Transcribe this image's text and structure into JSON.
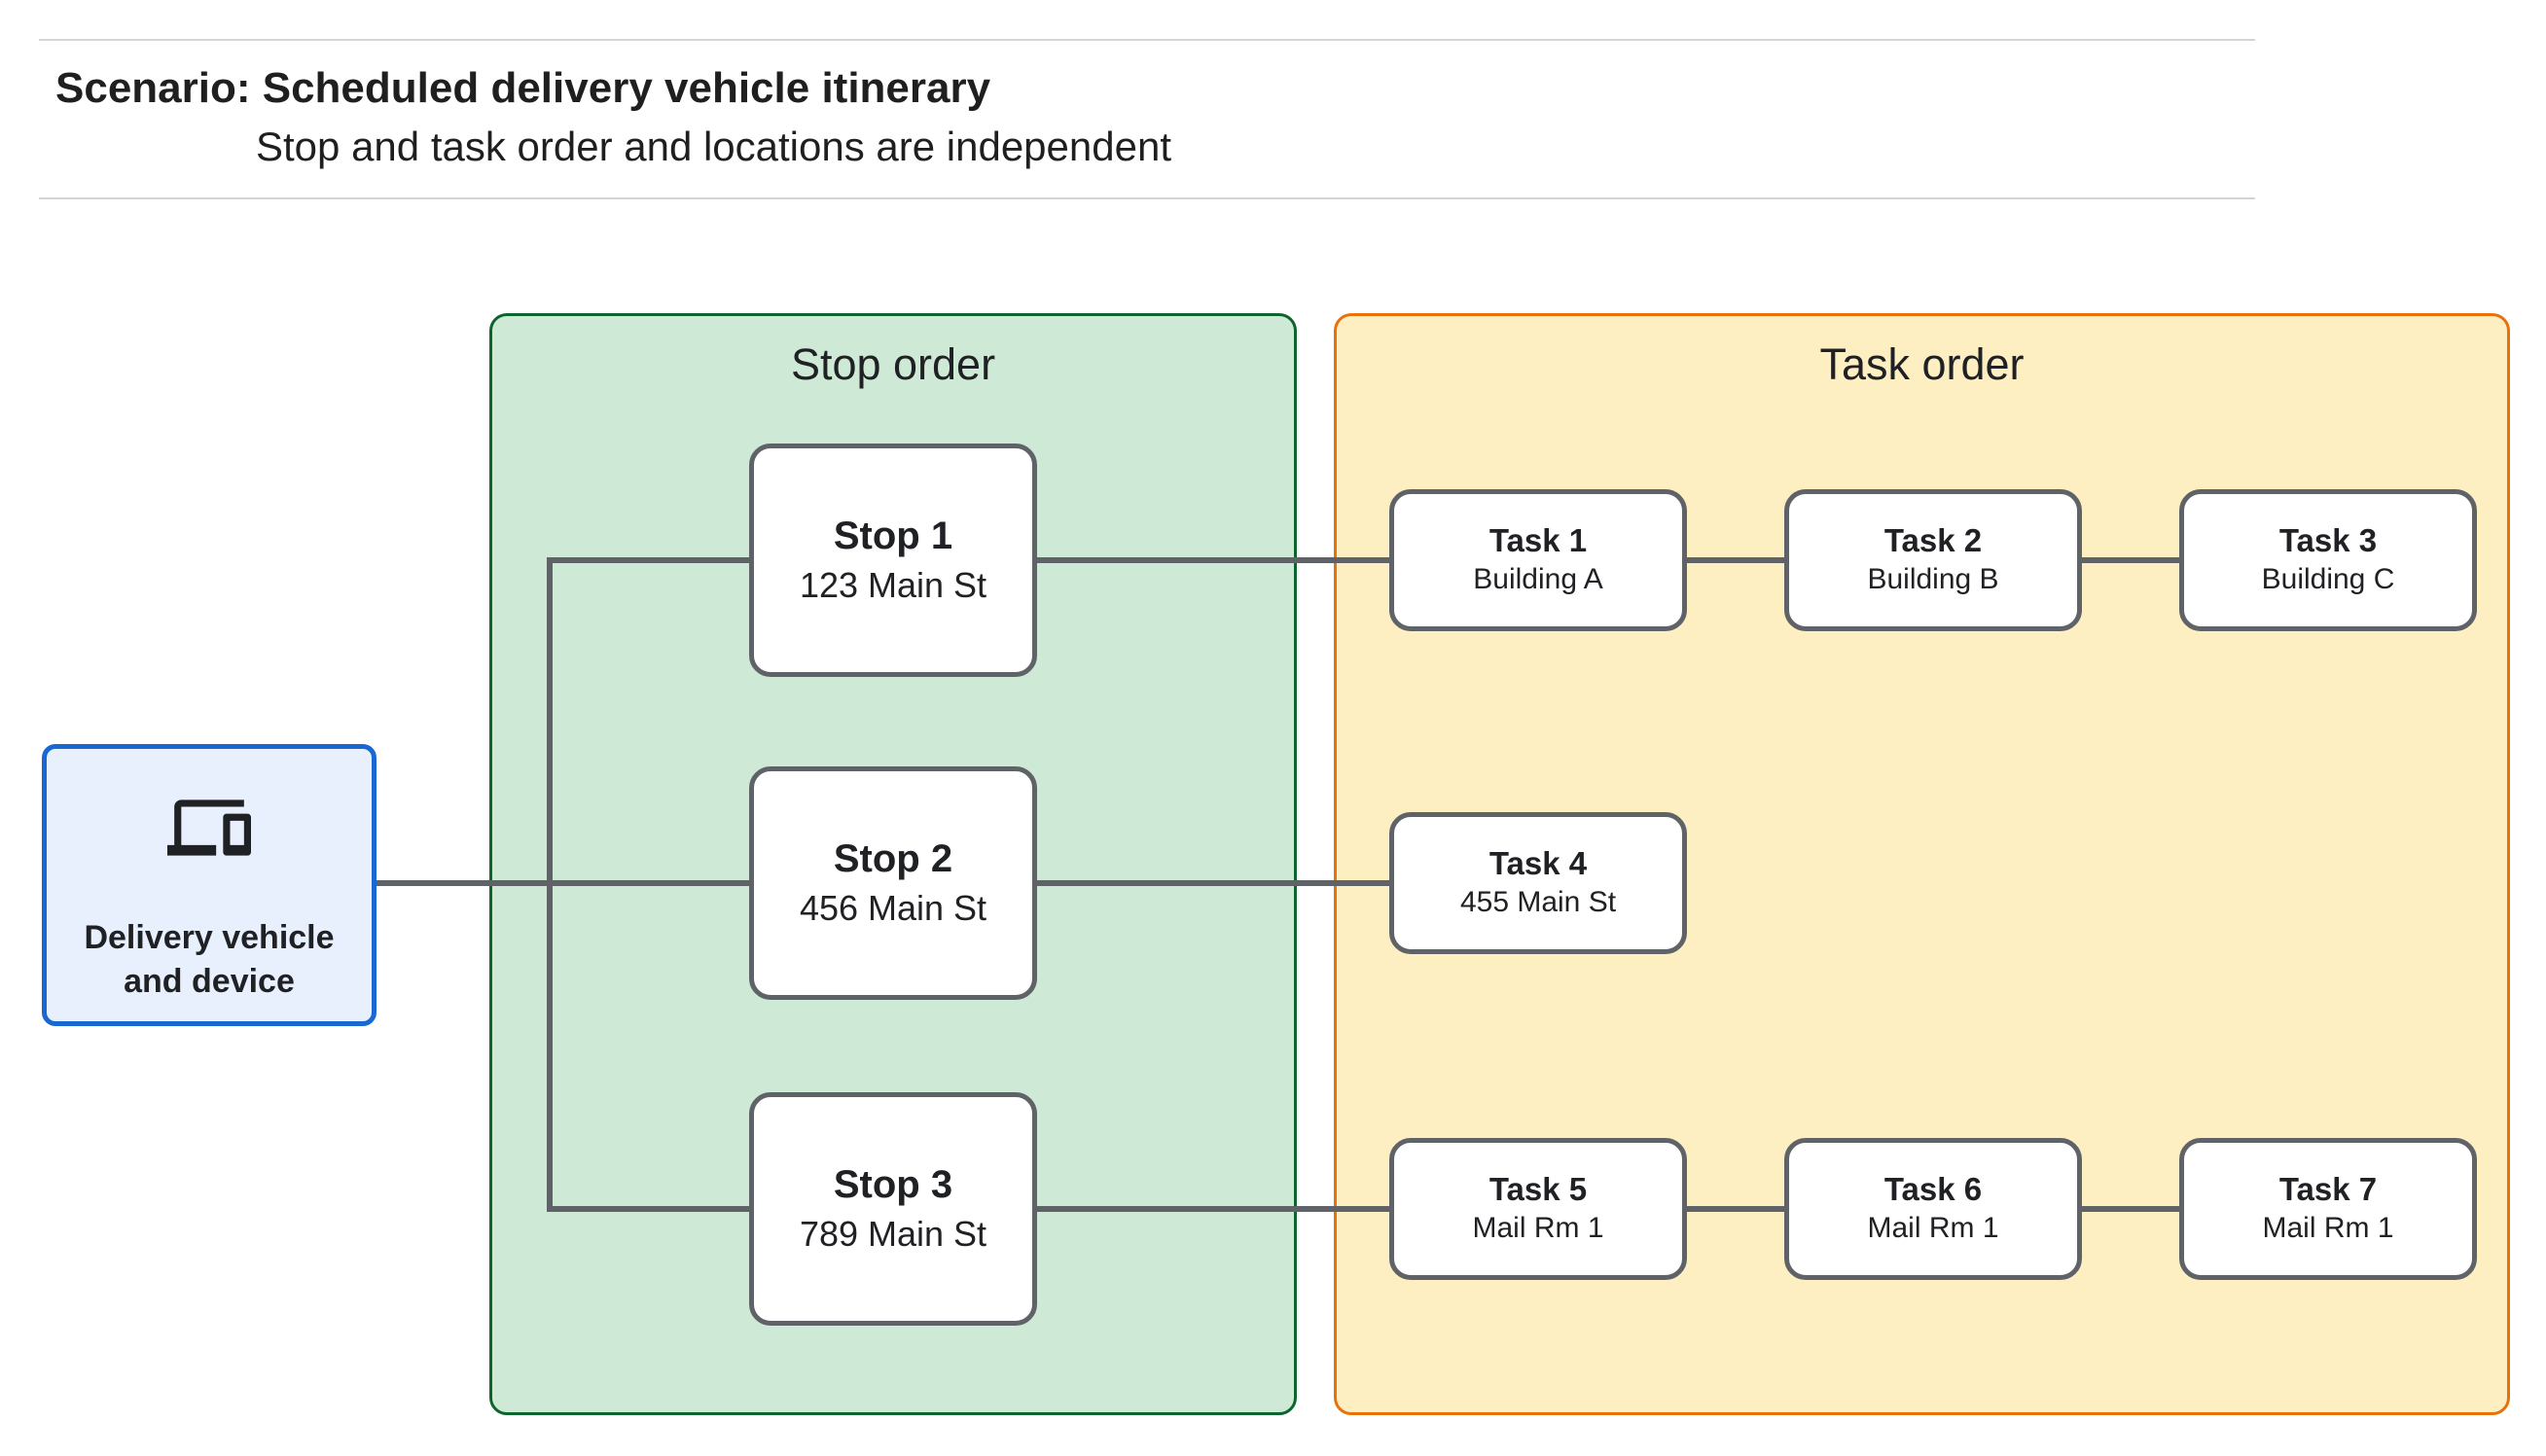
{
  "header": {
    "title": "Scenario: Scheduled delivery vehicle itinerary",
    "subtitle": "Stop and task order and locations are independent"
  },
  "vehicle": {
    "icon": "devices-icon",
    "label_lines": [
      "Delivery vehicle",
      "and device"
    ]
  },
  "stop_panel": {
    "label": "Stop order"
  },
  "task_panel": {
    "label": "Task order"
  },
  "stops": [
    {
      "title": "Stop 1",
      "subtitle": "123 Main St"
    },
    {
      "title": "Stop 2",
      "subtitle": "456 Main St"
    },
    {
      "title": "Stop 3",
      "subtitle": "789 Main St"
    }
  ],
  "tasks": [
    {
      "title": "Task 1",
      "subtitle": "Building A"
    },
    {
      "title": "Task 2",
      "subtitle": "Building B"
    },
    {
      "title": "Task 3",
      "subtitle": "Building C"
    },
    {
      "title": "Task 4",
      "subtitle": "455 Main St"
    },
    {
      "title": "Task 5",
      "subtitle": "Mail Rm 1"
    },
    {
      "title": "Task 6",
      "subtitle": "Mail Rm 1"
    },
    {
      "title": "Task 7",
      "subtitle": "Mail Rm 1"
    }
  ],
  "connections": [
    {
      "from": "delivery-vehicle",
      "to": "stop-1"
    },
    {
      "from": "delivery-vehicle",
      "to": "stop-2"
    },
    {
      "from": "delivery-vehicle",
      "to": "stop-3"
    },
    {
      "from": "stop-1",
      "to": "task-1"
    },
    {
      "from": "task-1",
      "to": "task-2"
    },
    {
      "from": "task-2",
      "to": "task-3"
    },
    {
      "from": "stop-2",
      "to": "task-4"
    },
    {
      "from": "stop-3",
      "to": "task-5"
    },
    {
      "from": "task-5",
      "to": "task-6"
    },
    {
      "from": "task-6",
      "to": "task-7"
    }
  ],
  "colors": {
    "stop_panel_fill": "#ceead6",
    "stop_panel_border": "#0d652d",
    "task_panel_fill": "#feefc3",
    "task_panel_border": "#e8710a",
    "vehicle_fill": "#e8f0fe",
    "vehicle_border": "#1967d2",
    "node_border": "#5f6368",
    "connector": "#5f6368",
    "divider": "#d4d4d4",
    "text": "#202124"
  }
}
